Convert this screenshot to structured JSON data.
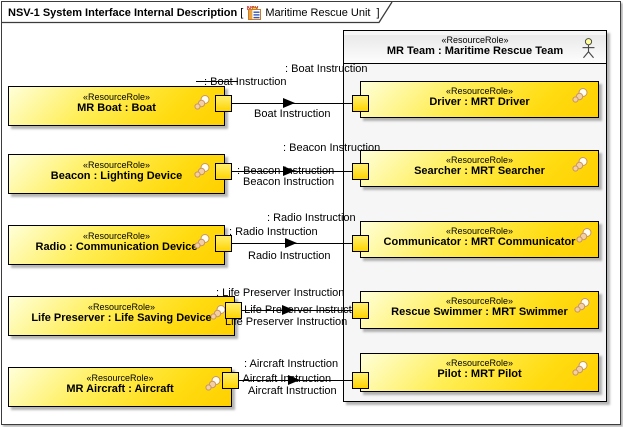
{
  "frame": {
    "title": "NSV-1 System Interface Internal Description",
    "bracket_open": "[",
    "context_name": "Maritime Rescue Unit",
    "bracket_close": "]"
  },
  "team_container": {
    "stereotype": "«ResourceRole»",
    "name": "MR Team : Maritime Rescue Team"
  },
  "left_nodes": [
    {
      "stereotype": "«ResourceRole»",
      "name": "MR Boat : Boat"
    },
    {
      "stereotype": "«ResourceRole»",
      "name": "Beacon : Lighting Device"
    },
    {
      "stereotype": "«ResourceRole»",
      "name": "Radio : Communication Device"
    },
    {
      "stereotype": "«ResourceRole»",
      "name": "Life Preserver : Life Saving Device"
    },
    {
      "stereotype": "«ResourceRole»",
      "name": "MR Aircraft : Aircraft"
    }
  ],
  "right_nodes": [
    {
      "stereotype": "«ResourceRole»",
      "name": "Driver : MRT Driver"
    },
    {
      "stereotype": "«ResourceRole»",
      "name": "Searcher : MRT Searcher"
    },
    {
      "stereotype": "«ResourceRole»",
      "name": "Communicator : MRT Communicator"
    },
    {
      "stereotype": "«ResourceRole»",
      "name": "Rescue Swimmer : MRT Swimmer"
    },
    {
      "stereotype": "«ResourceRole»",
      "name": "Pilot : MRT Pilot"
    }
  ],
  "connectors": [
    {
      "type_label": ": Boat Instruction",
      "source_label": ": Boat Instruction",
      "target_label": "Boat Instruction"
    },
    {
      "type_label": ": Beacon Instruction",
      "source_label": ": Beacon Instruction",
      "target_label": "Beacon Instruction"
    },
    {
      "type_label": ": Radio Instruction",
      "source_label": ": Radio Instruction",
      "target_label": "Radio Instruction"
    },
    {
      "type_label": ": Life Preserver Instruction",
      "source_label": ": Life Preserver Instruction",
      "target_label": "Life Preserver Instruction"
    },
    {
      "type_label": ": Aircraft Instruction",
      "source_label": ": Aircraft Instruction",
      "target_label": "Aircraft Instruction"
    }
  ],
  "colors": {
    "node_fill_top": "#ffffd9",
    "node_fill_bottom": "#ffd000",
    "port_fill": "#ffd400",
    "container_fill": "#f6f6f6",
    "line": "#000000",
    "shadow": "#787878",
    "icon_red": "#cc0000",
    "actor_head": "#ffff99"
  }
}
